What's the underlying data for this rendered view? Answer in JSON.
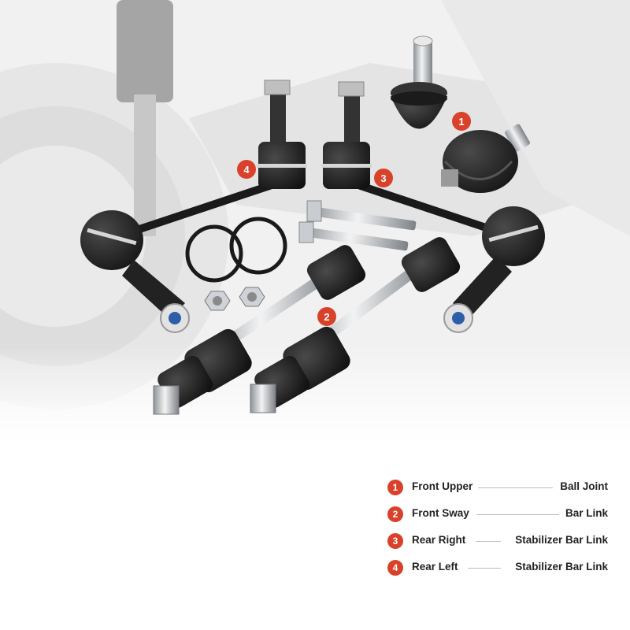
{
  "colors": {
    "badge": "#d9412b",
    "rubber": "#1f1f1f",
    "steel": "#c9ccd0",
    "background_car": "#e4e4e4"
  },
  "callouts": [
    {
      "number": "1"
    },
    {
      "number": "2"
    },
    {
      "number": "3"
    },
    {
      "number": "4"
    }
  ],
  "legend": [
    {
      "number": "1",
      "left": "Front Upper",
      "right": "Ball Joint"
    },
    {
      "number": "2",
      "left": "Front Sway",
      "right": "Bar Link"
    },
    {
      "number": "3",
      "left": "Rear Right",
      "right": "Stabilizer Bar Link"
    },
    {
      "number": "4",
      "left": "Rear Left",
      "right": "Stabilizer Bar Link"
    }
  ]
}
